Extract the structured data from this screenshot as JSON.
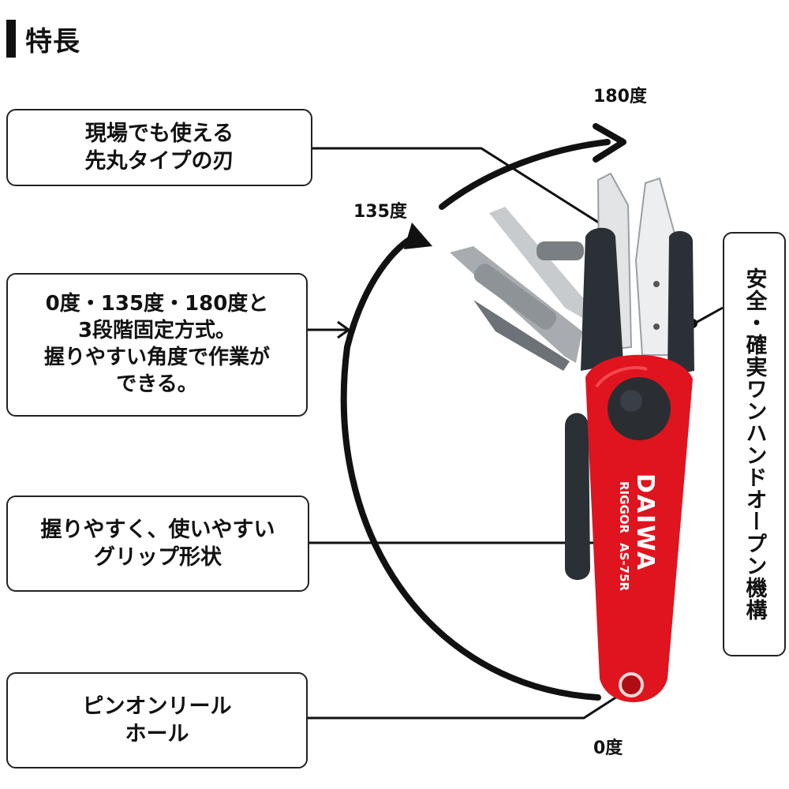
{
  "heading": "特長",
  "callouts": {
    "blade": "現場でも使える\n先丸タイプの刃",
    "angle": "0度・135度・180度と\n3段階固定方式。\n握りやすい角度で作業が\nできる。",
    "grip": "握りやすく、使いやすい\nグリップ形状",
    "hole": "ピンオンリール\nホール",
    "lock": "安全・確実ワンハンドオープン機構"
  },
  "angles": {
    "deg180": "180度",
    "deg135": "135度",
    "deg0": "0度"
  },
  "product": {
    "brand": "DAIWA",
    "model_line": "RIGGOR",
    "model_code": "AS-75R"
  },
  "colors": {
    "handle_red": "#e0141e",
    "grip_dark": "#2b3036",
    "blade_steel": "#d8dadc",
    "text": "#111111"
  }
}
